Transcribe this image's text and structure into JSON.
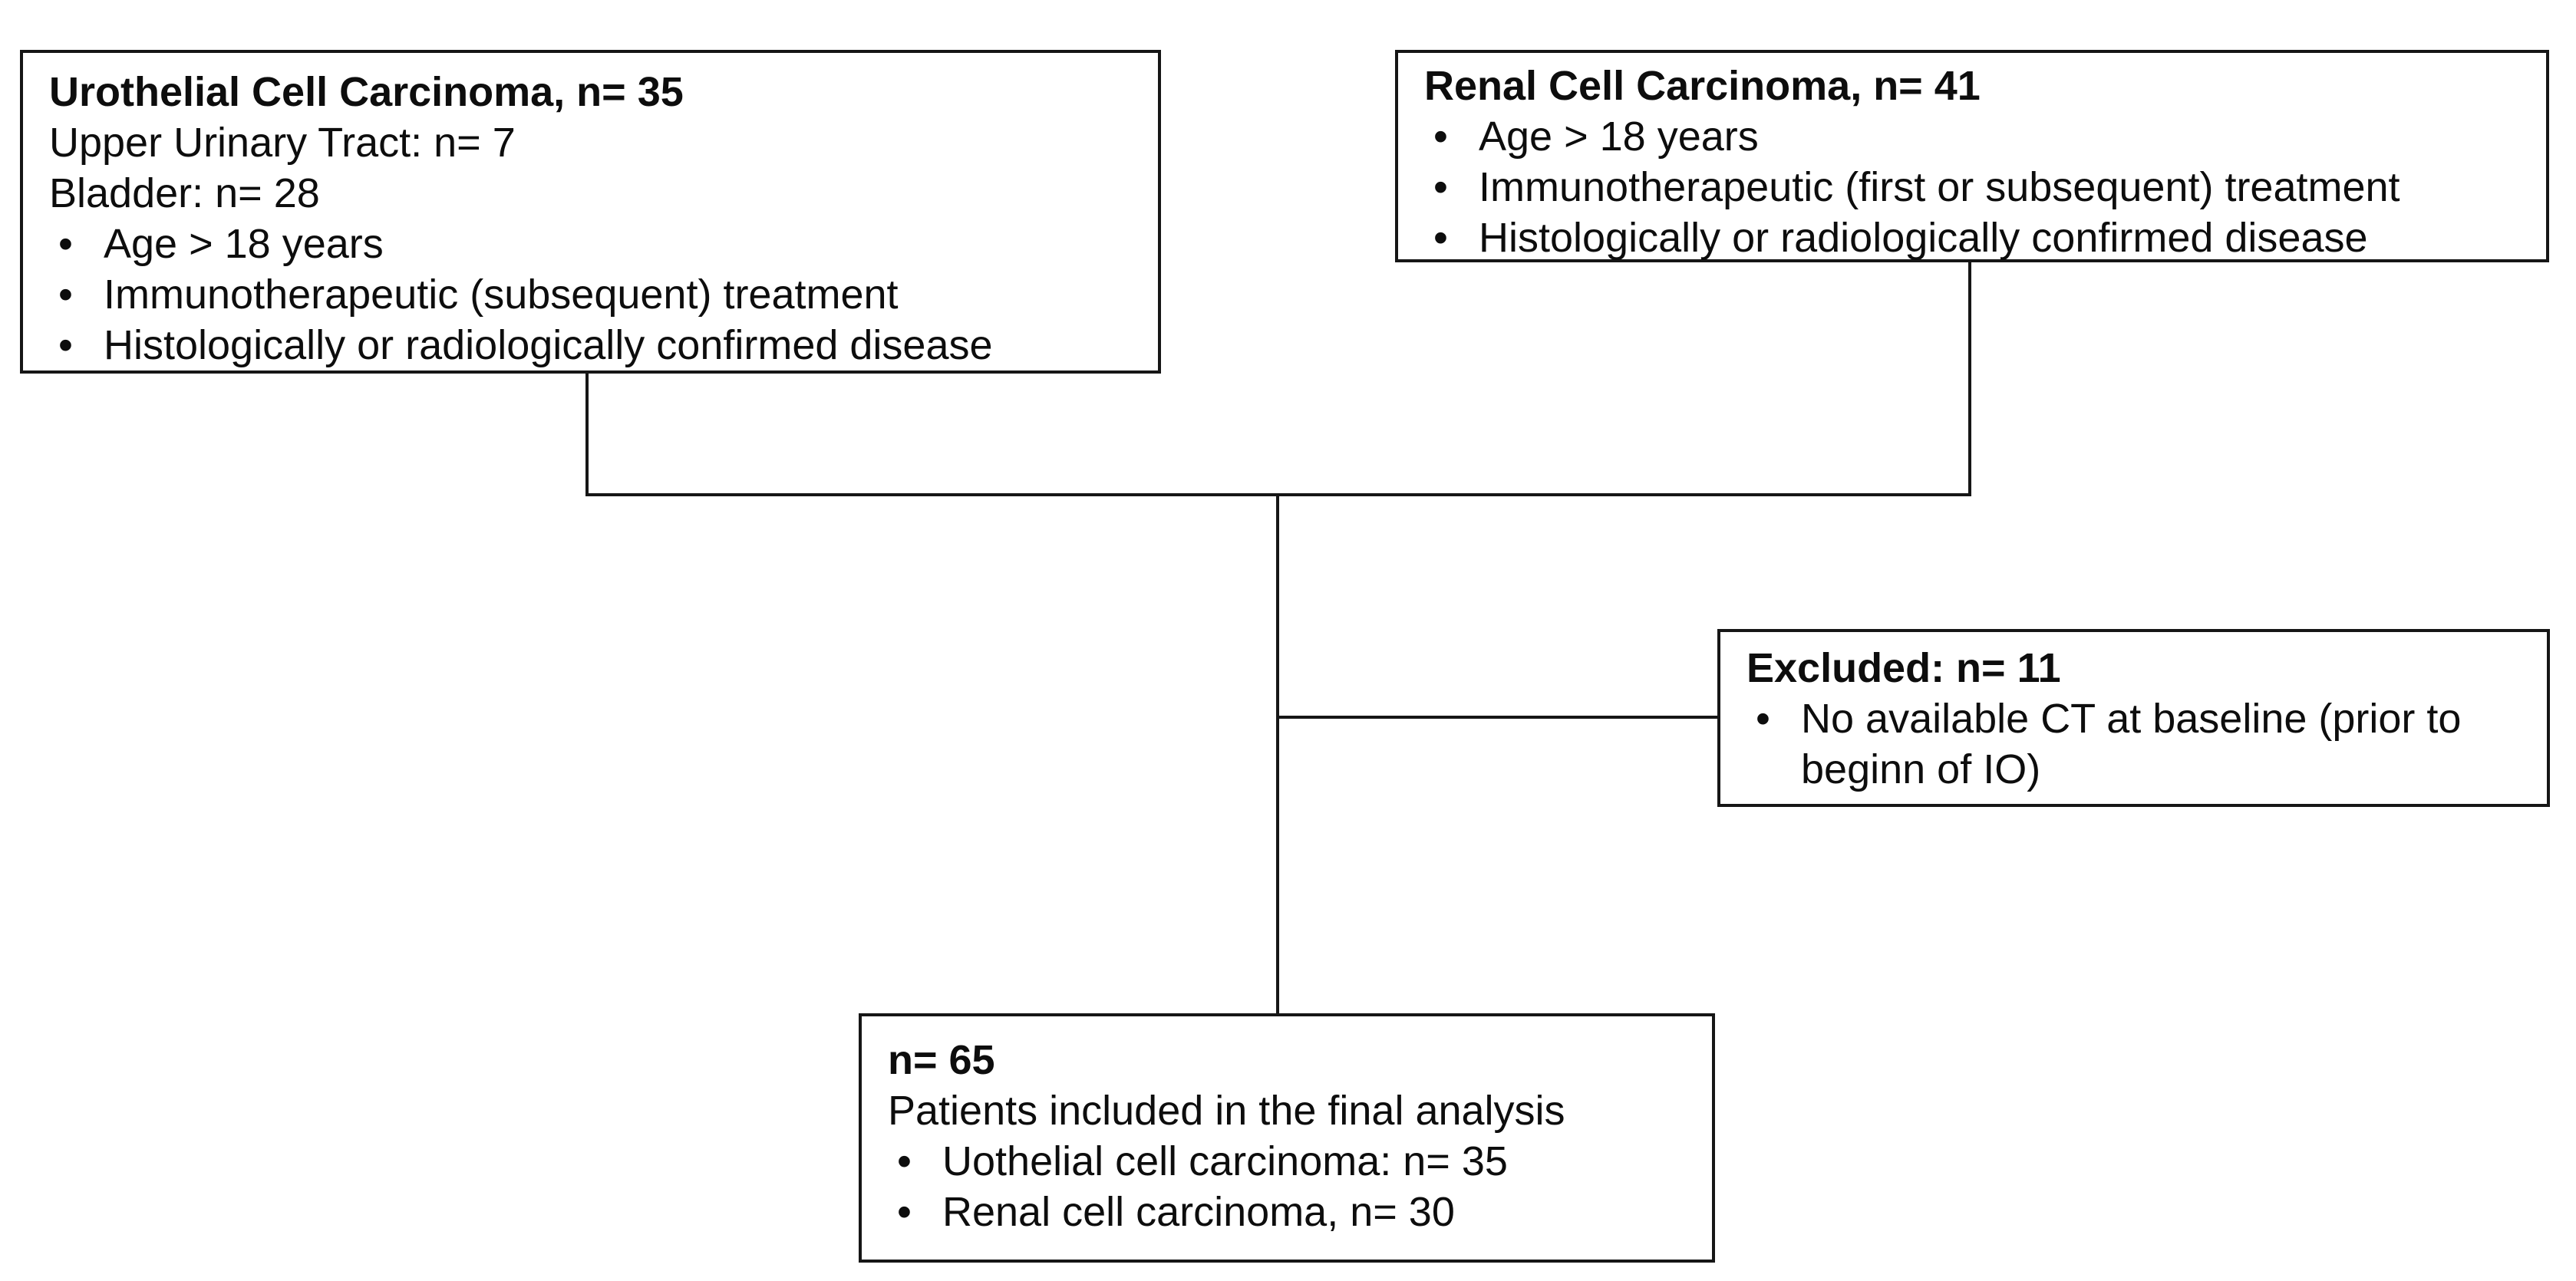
{
  "bullet_char": "•",
  "colors": {
    "background": "#ffffff",
    "border": "#161616",
    "text": "#0d0d0d"
  },
  "boxes": {
    "urothelial": {
      "title": "Urothelial Cell Carcinoma, n= 35",
      "lines": [
        "Upper Urinary Tract: n= 7",
        "Bladder: n= 28"
      ],
      "bullets": [
        "Age > 18 years",
        "Immunotherapeutic (subsequent) treatment",
        "Histologically or radiologically confirmed disease"
      ]
    },
    "renal": {
      "title": "Renal Cell Carcinoma, n= 41",
      "bullets": [
        "Age > 18 years",
        "Immunotherapeutic (first or subsequent) treatment",
        "Histologically or radiologically confirmed disease"
      ]
    },
    "excluded": {
      "title": "Excluded: n= 11",
      "bullets": [
        "No available CT at baseline (prior to beginn of IO)"
      ]
    },
    "final": {
      "title": "n= 65",
      "lines": [
        "Patients included in the final analysis"
      ],
      "bullets": [
        "Uothelial cell carcinoma: n= 35",
        "Renal cell carcinoma, n= 30"
      ]
    }
  }
}
